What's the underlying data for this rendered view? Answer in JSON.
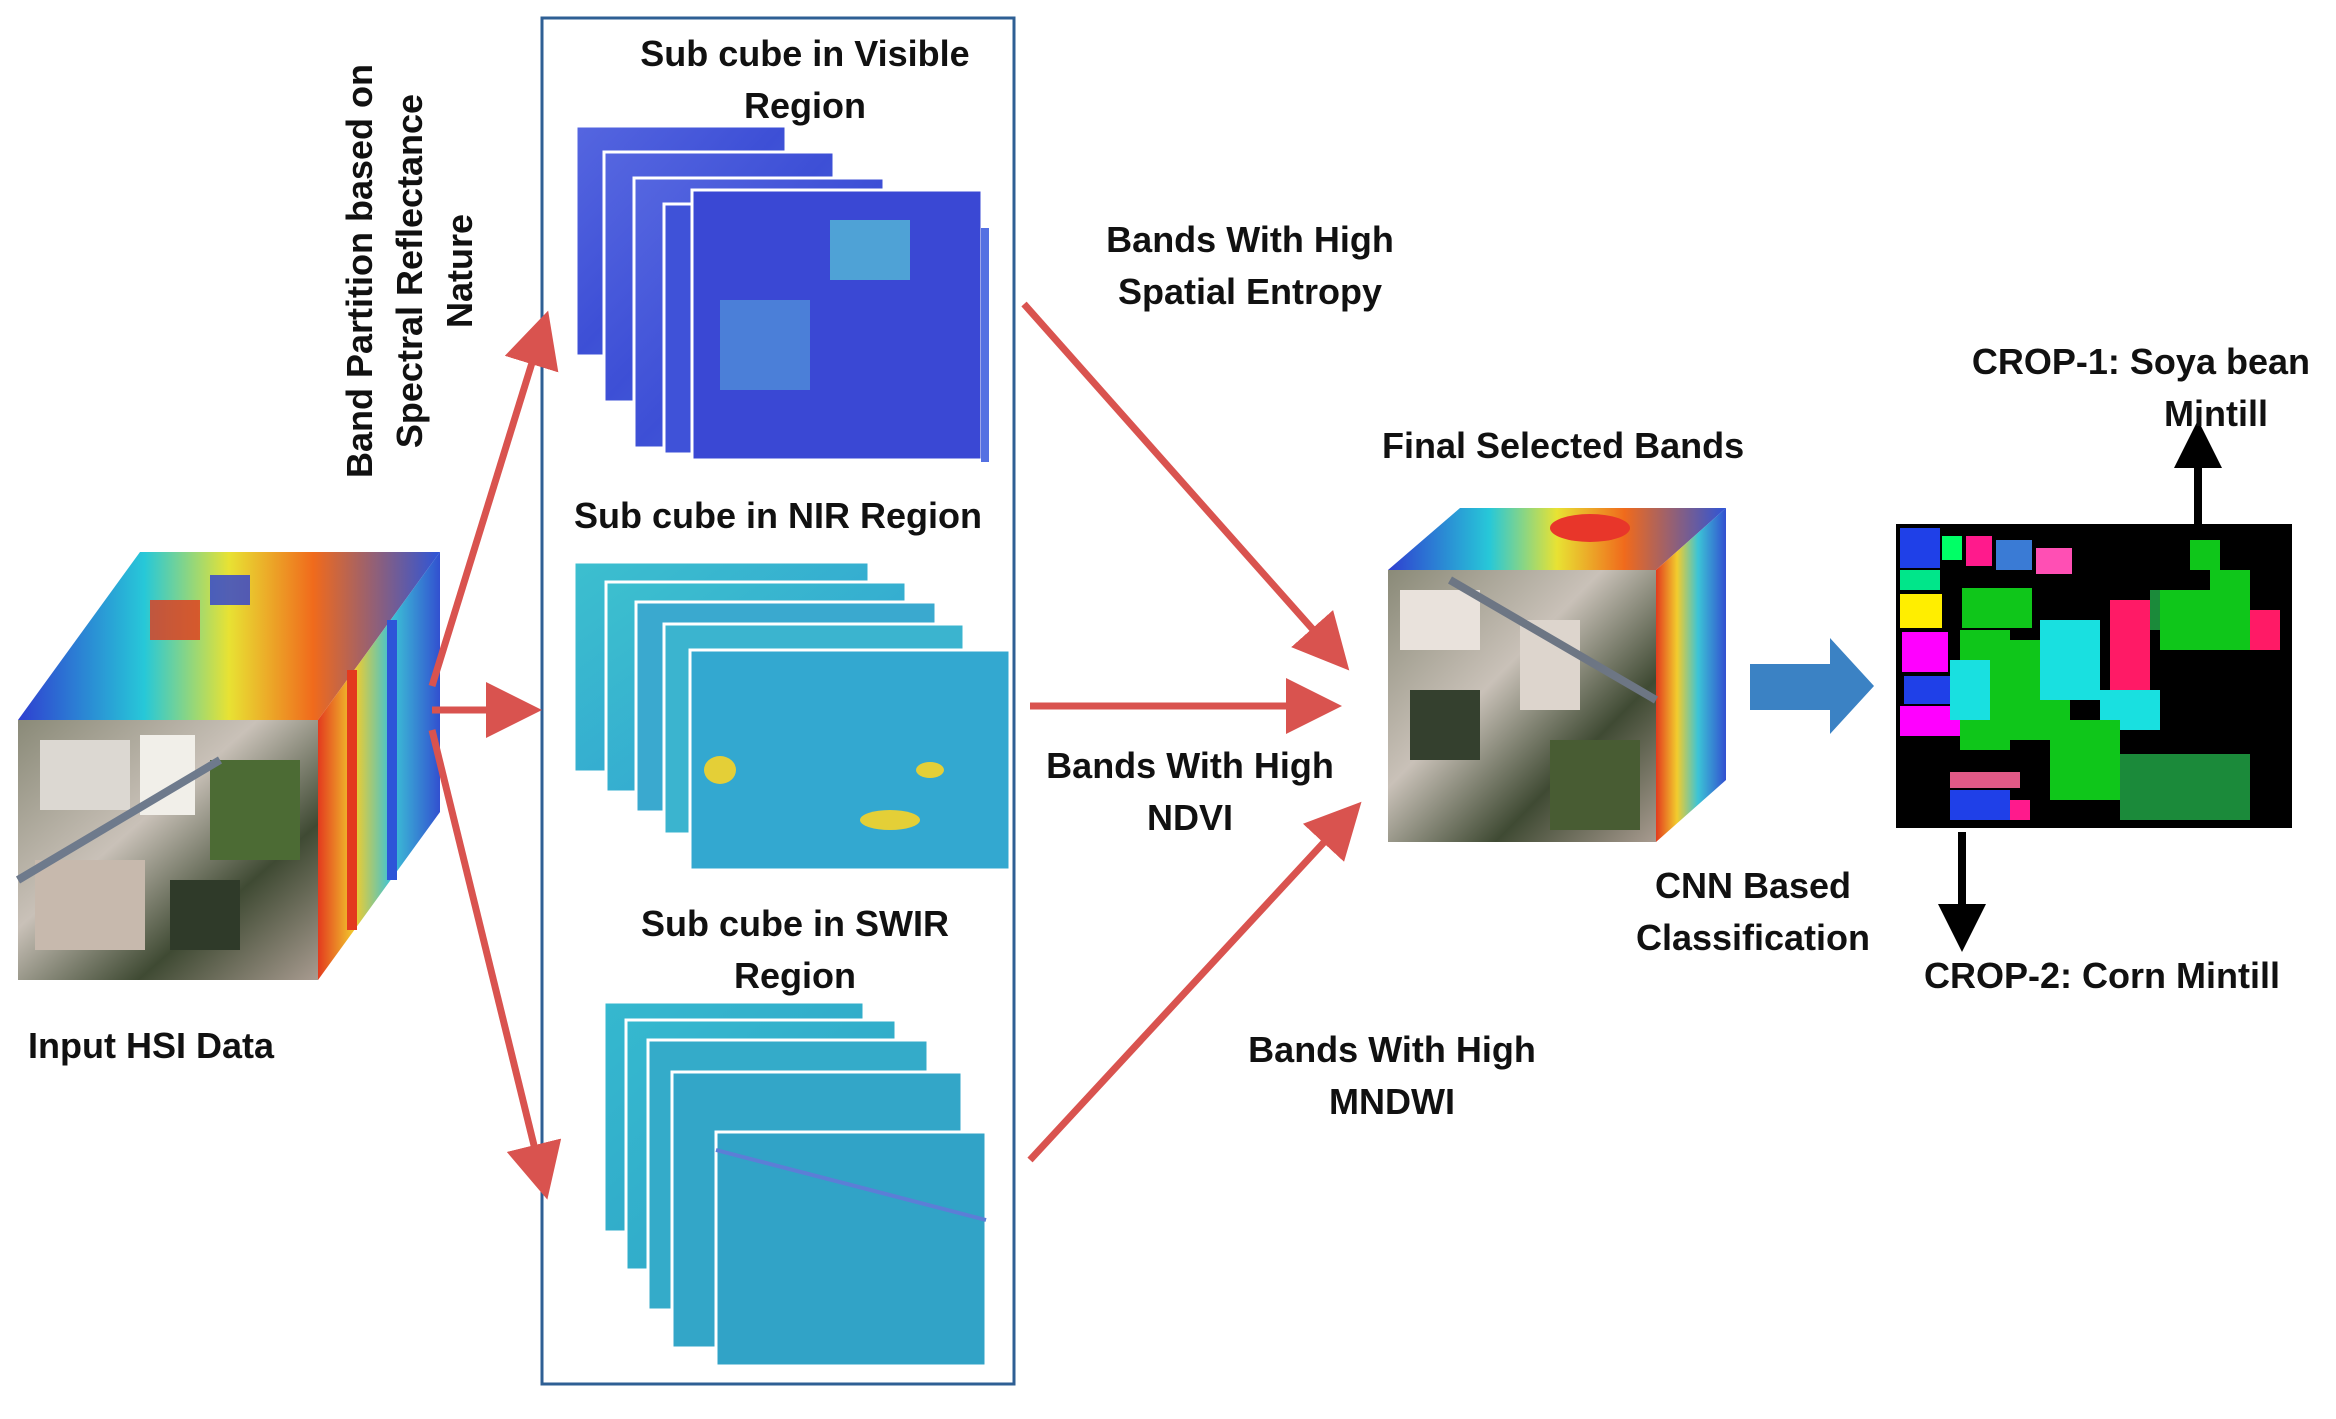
{
  "partition_label_lines": [
    "Band Partition  based on",
    "Spectral Reflectance",
    "Nature"
  ],
  "input_label": "Input HSI Data",
  "subcubes": {
    "visible": [
      "Sub cube in Visible",
      "Region"
    ],
    "nir": [
      "Sub cube in NIR Region"
    ],
    "swir": [
      "Sub cube in SWIR",
      "Region"
    ]
  },
  "criteria": {
    "entropy": [
      "Bands With High",
      "Spatial Entropy"
    ],
    "ndvi": [
      "Bands With High",
      "NDVI"
    ],
    "mndwi": [
      "Bands With High",
      "MNDWI"
    ]
  },
  "final_label": "Final Selected Bands",
  "cnn_label": [
    "CNN Based",
    "Classification"
  ],
  "crop1": [
    "CROP-1: Soya bean",
    "Mintill"
  ],
  "crop2": "CROP-2: Corn Mintill",
  "colors": {
    "arrow_red": "#d9534f",
    "box_border": "#2e5f94",
    "arrow_blue": "#3b82c4",
    "visible_tint": "#3d4fd6",
    "nir_tint": "#3bb6c8",
    "swir_tint": "#2fa6c9"
  },
  "icons": [
    "red-arrow-icon",
    "blue-block-arrow-icon",
    "black-arrow-icon"
  ]
}
